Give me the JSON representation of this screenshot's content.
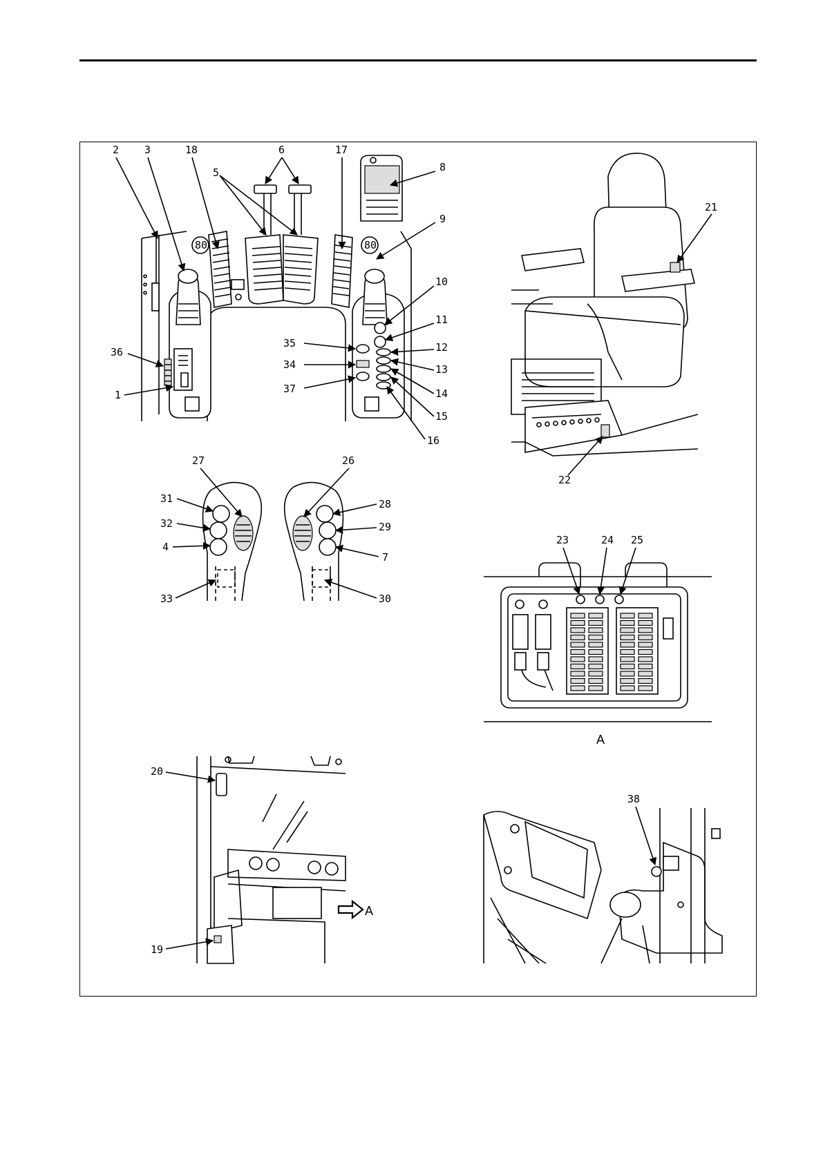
{
  "callouts": {
    "c1": "1",
    "c2": "2",
    "c3": "3",
    "c4": "4",
    "c5": "5",
    "c6": "6",
    "c7": "7",
    "c8": "8",
    "c9": "9",
    "c10": "10",
    "c11": "11",
    "c12": "12",
    "c13": "13",
    "c14": "14",
    "c15": "15",
    "c16": "16",
    "c17": "17",
    "c18": "18",
    "c19": "19",
    "c20": "20",
    "c21": "21",
    "c22": "22",
    "c23": "23",
    "c24": "24",
    "c25": "25",
    "c26": "26",
    "c27": "27",
    "c28": "28",
    "c29": "29",
    "c30": "30",
    "c31": "31",
    "c32": "32",
    "c33": "33",
    "c34": "34",
    "c35": "35",
    "c36": "36",
    "c37": "37",
    "c38": "38"
  },
  "view_label": "A",
  "arrow_label": "A"
}
